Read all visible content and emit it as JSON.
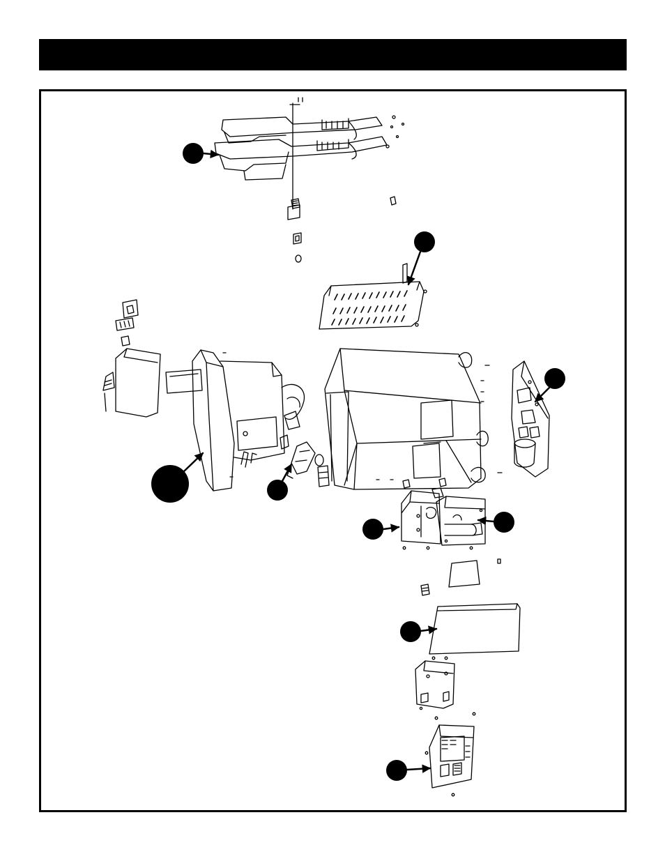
{
  "header": {
    "title": ""
  },
  "colors": {
    "ink": "#000000",
    "paper": "#ffffff"
  },
  "diagram": {
    "type": "exploded-parts-view",
    "callouts": [
      {
        "name": "callout-upper-arms",
        "label": ""
      },
      {
        "name": "callout-top-cover",
        "label": ""
      },
      {
        "name": "callout-side-board",
        "label": ""
      },
      {
        "name": "callout-front-housing",
        "label": ""
      },
      {
        "name": "callout-fitting",
        "label": ""
      },
      {
        "name": "callout-left-box",
        "label": ""
      },
      {
        "name": "callout-right-box",
        "label": ""
      },
      {
        "name": "callout-bottom-panel",
        "label": ""
      },
      {
        "name": "callout-control-panel",
        "label": ""
      }
    ]
  }
}
